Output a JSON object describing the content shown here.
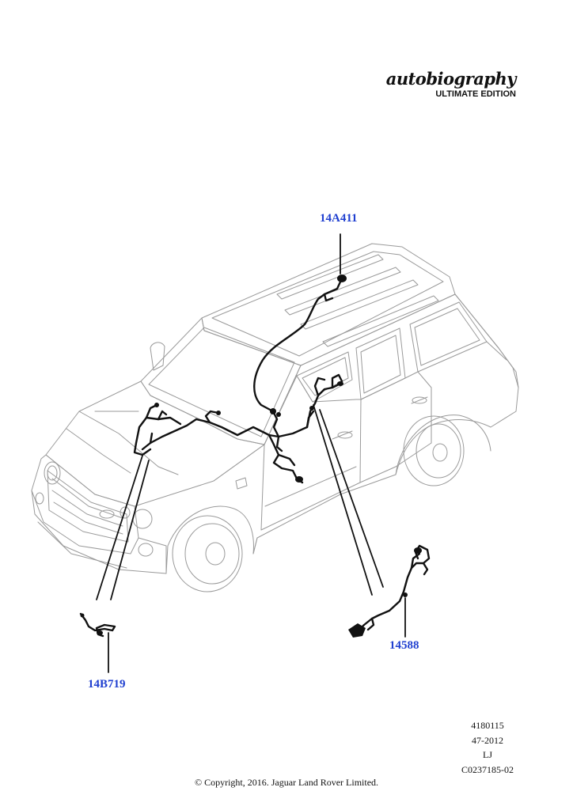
{
  "brand": {
    "script": "autobiography",
    "subtitle": "ULTIMATE EDITION"
  },
  "callouts": {
    "top": "14A411",
    "left": "14B719",
    "right": "14588"
  },
  "reference": {
    "line1": "4180115",
    "line2": "47-2012",
    "line3": "LJ",
    "line4": "C0237185-02"
  },
  "copyright": "© Copyright, 2016. Jaguar Land Rover Limited.",
  "colors": {
    "callout": "#1f3fd0",
    "outline": "#9a9a9a",
    "harness": "#111111"
  }
}
